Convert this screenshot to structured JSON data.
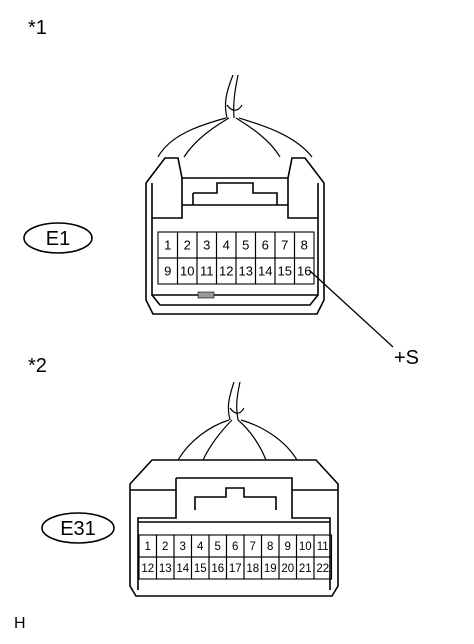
{
  "diagram": {
    "view1": {
      "marker": "*1",
      "connector_id": "E1",
      "pin_rows": [
        [
          "1",
          "2",
          "3",
          "4",
          "5",
          "6",
          "7",
          "8"
        ],
        [
          "9",
          "10",
          "11",
          "12",
          "13",
          "14",
          "15",
          "16"
        ]
      ],
      "callout": "+S"
    },
    "view2": {
      "marker": "*2",
      "connector_id": "E31",
      "pin_rows": [
        [
          "1",
          "2",
          "3",
          "4",
          "5",
          "6",
          "7",
          "8",
          "9",
          "10",
          "11"
        ],
        [
          "12",
          "13",
          "14",
          "15",
          "16",
          "17",
          "18",
          "19",
          "20",
          "21",
          "22"
        ]
      ]
    },
    "footer_mark": "H"
  }
}
